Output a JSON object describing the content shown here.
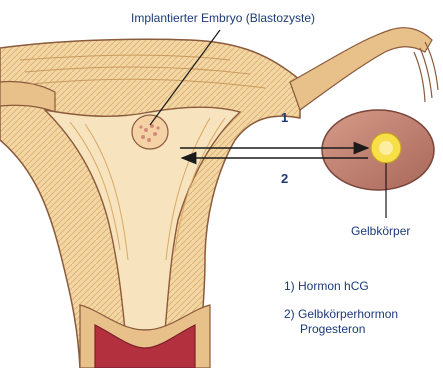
{
  "labels": {
    "embryo": "Implantierter Embryo (Blastozyste)",
    "corpus_luteum": "Gelbkörper",
    "arrow_1": "1",
    "arrow_2": "2"
  },
  "legend": {
    "item1": "1) Hormon hCG",
    "item2_line1": "2) Gelbkörperhormon",
    "item2_line2": "Progesteron"
  },
  "colors": {
    "text": "#1d3a78",
    "tissue_light": "#f2d6a3",
    "tissue_mid": "#e2b877",
    "outline": "#8a5a3c",
    "ovary": "#c98a78",
    "corpus_luteum": "#f7df4a",
    "cavity": "#b3303f"
  }
}
